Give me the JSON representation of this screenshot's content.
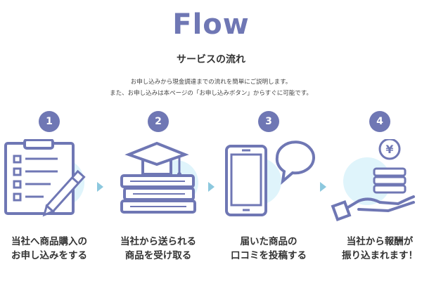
{
  "header": {
    "title": "Flow",
    "subtitle": "サービスの流れ",
    "description_line1": "お申し込みから現金調達までの流れを簡単にご説明します。",
    "description_line2": "また、お申し込みは本ページの「お申し込みボタン」からすぐに可能です。"
  },
  "steps": [
    {
      "number": "1",
      "line1": "当社へ商品購入の",
      "line2": "お申し込みをする",
      "icon": "clipboard-pencil-icon"
    },
    {
      "number": "2",
      "line1": "当社から送られる",
      "line2": "商品を受け取る",
      "icon": "books-graduation-cap-icon"
    },
    {
      "number": "3",
      "line1": "届いた商品の",
      "line2": "口コミを投稿する",
      "icon": "smartphone-speech-bubble-icon"
    },
    {
      "number": "4",
      "line1": "当社から報酬が",
      "line2": "振り込まれます！",
      "icon": "hand-yen-coins-icon"
    }
  ],
  "colors": {
    "accent": "#6f77b4",
    "light_circle": "#dff4fb",
    "arrow": "#8cc8de"
  }
}
